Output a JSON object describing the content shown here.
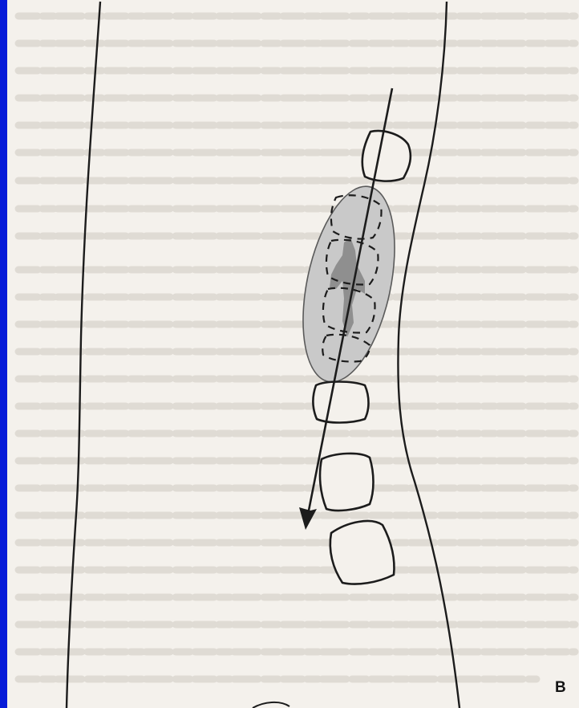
{
  "figure": {
    "panel_label": "B",
    "colors": {
      "background": "#0a12c8",
      "paper": "#f4f1ec",
      "ink": "#1c1c1c",
      "shaded_region": "#c9c9c9",
      "inner_shape": "#8f8f8f"
    },
    "elements": [
      "body-outline",
      "vertebra",
      "shaded-ellipse",
      "dashed-vertebrae",
      "arrow"
    ]
  }
}
